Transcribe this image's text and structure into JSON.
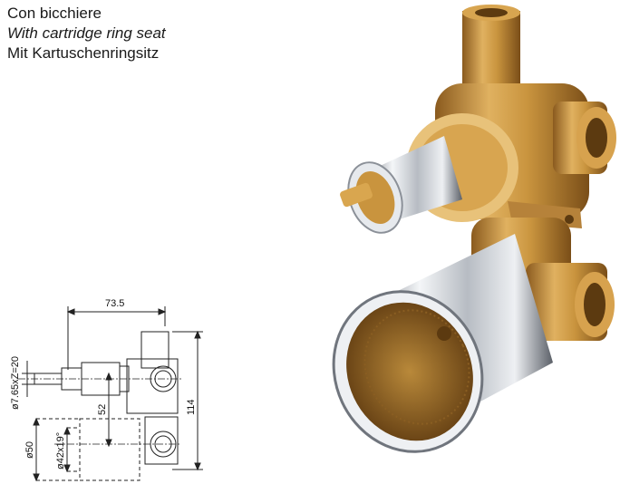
{
  "captions": {
    "italian": "Con bicchiere",
    "english": "With cartridge ring seat",
    "german": "Mit Kartuschenringsitz"
  },
  "drawing": {
    "dim_width": "73.5",
    "dim_height": "114",
    "dim_center": "52",
    "dim_spindle": "ø7.65xZ=20",
    "dim_outer": "ø50",
    "dim_thread": "ø42x19°"
  },
  "colors": {
    "brass": "#c9943e",
    "chrome": "#c8ccd2"
  }
}
